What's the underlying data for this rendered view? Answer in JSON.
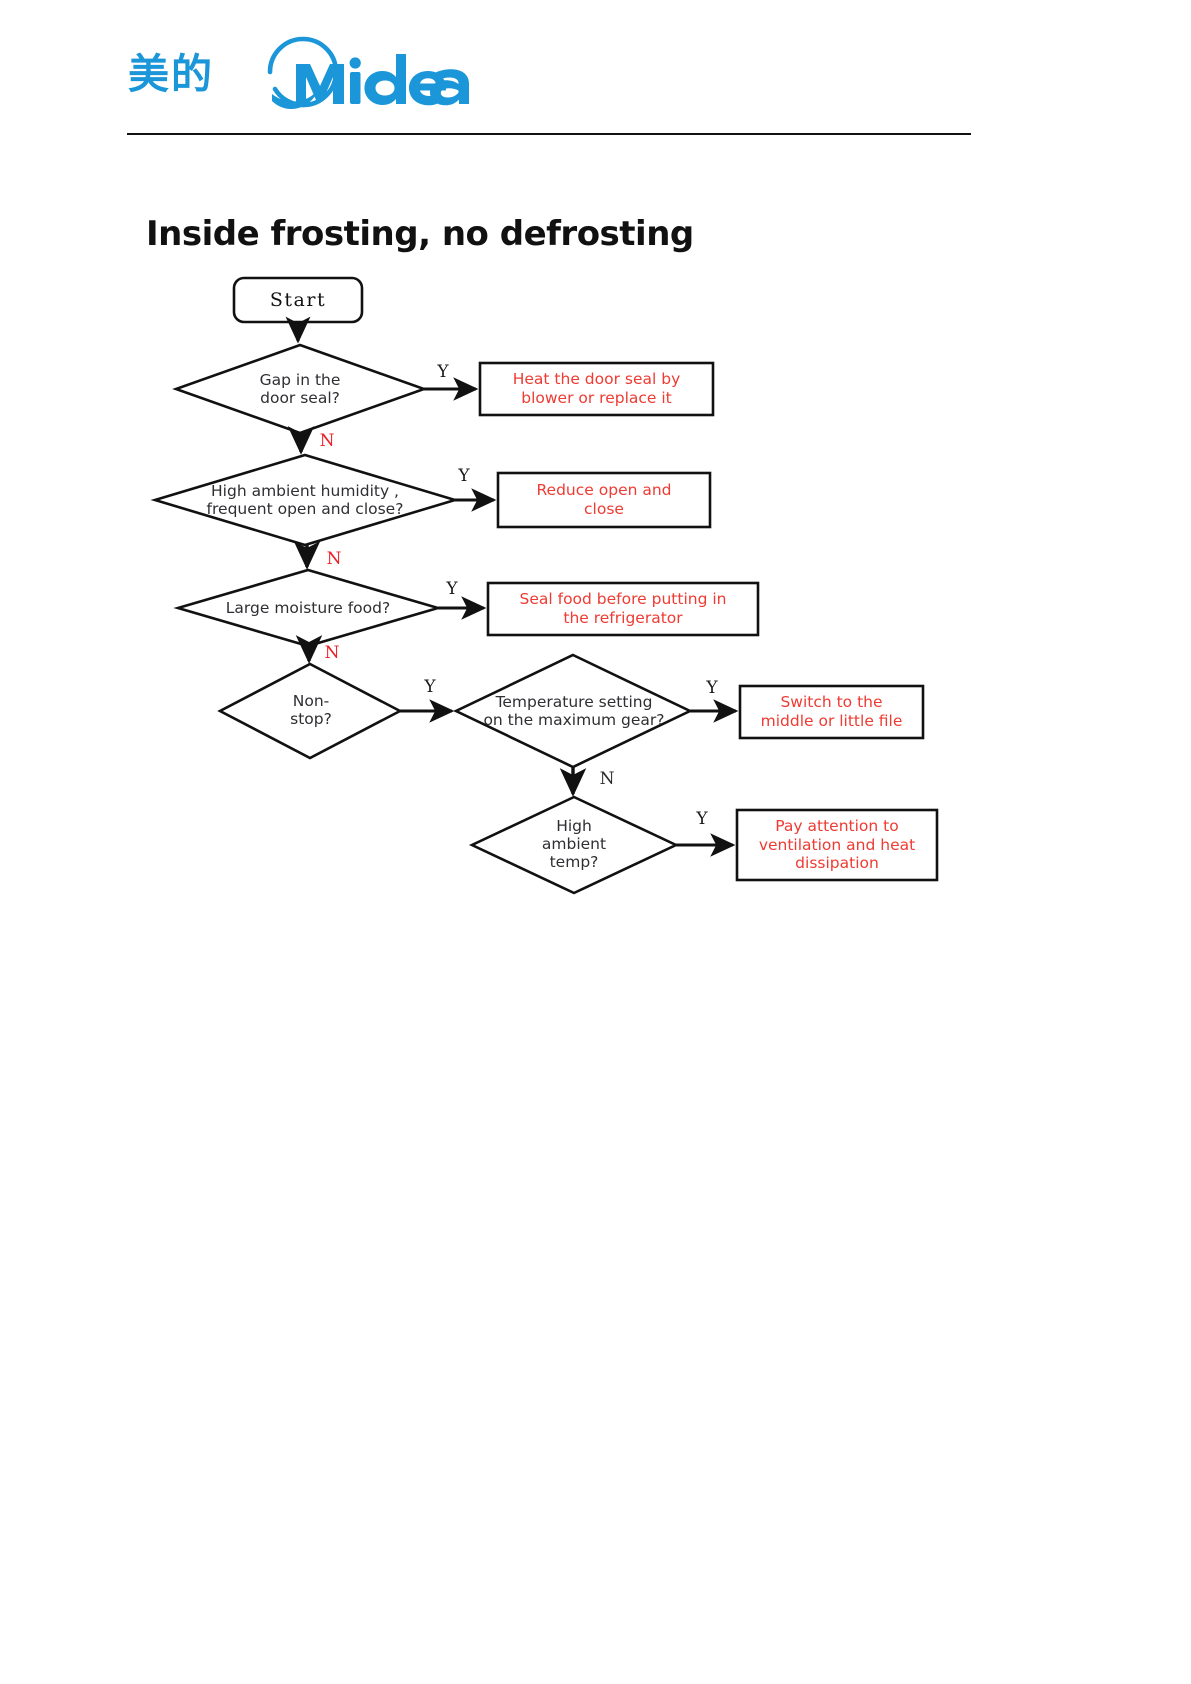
{
  "brand": {
    "cn_name": "美的",
    "en_name": "Midea",
    "color": "#1b96d8",
    "logo_icon": "midea-circle-swoosh-icon"
  },
  "document": {
    "title": "Inside frosting, no defrosting"
  },
  "colors": {
    "action_text": "#ee3b33",
    "branch_no": "#ee1c24",
    "branch_yes": "#19191c",
    "node_stroke": "#111111",
    "diamond_text": "#2f2f33"
  },
  "flowchart": {
    "type": "decision-flowchart",
    "start": {
      "label": "Start",
      "shape": "rounded-rectangle"
    },
    "decisions": [
      {
        "id": "gap-door-seal",
        "label": "Gap in the\ndoor seal?",
        "lines": [
          "Gap in the",
          "door seal?"
        ]
      },
      {
        "id": "high-humidity",
        "label": "High ambient humidity ,\nfrequent open and close?",
        "lines": [
          "High ambient humidity ,",
          "frequent open and close?"
        ]
      },
      {
        "id": "moisture-food",
        "label": "Large moisture food?",
        "lines": [
          "Large moisture food?"
        ]
      },
      {
        "id": "non-stop",
        "label": "Non-\nstop?",
        "lines": [
          "Non-",
          "stop?"
        ]
      },
      {
        "id": "temp-max-gear",
        "label": "Temperature setting\non the maximum gear?",
        "lines": [
          "Temperature setting",
          "on the maximum gear?"
        ]
      },
      {
        "id": "high-ambient-temp",
        "label": "High\nambient\ntemp?",
        "lines": [
          "High",
          "ambient",
          "temp?"
        ]
      }
    ],
    "actions": [
      {
        "id": "heat-door-seal",
        "label": "Heat the  door seal by\nblower or replace it",
        "lines": [
          "Heat the  door seal by",
          "blower or replace it"
        ]
      },
      {
        "id": "reduce-open",
        "label": "Reduce open and\nclose",
        "lines": [
          "Reduce open and",
          "close"
        ]
      },
      {
        "id": "seal-food",
        "label": "Seal food before putting in\nthe refrigerator",
        "lines": [
          "Seal food before putting in",
          "the refrigerator"
        ]
      },
      {
        "id": "switch-gear",
        "label": "Switch to the\nmiddle or little file",
        "lines": [
          "Switch to the",
          "middle or little file"
        ]
      },
      {
        "id": "ventilation",
        "label": "Pay attention to\nventilation and heat\ndissipation",
        "lines": [
          "Pay attention to",
          "ventilation and heat",
          "dissipation"
        ]
      }
    ],
    "branch_labels": {
      "yes_1": "Y",
      "no_1": "N",
      "yes_2": "Y",
      "no_2": "N",
      "yes_3": "Y",
      "no_3": "N",
      "yes_4": "Y",
      "yes_5": "Y",
      "no_5": "N",
      "yes_6": "Y"
    }
  }
}
